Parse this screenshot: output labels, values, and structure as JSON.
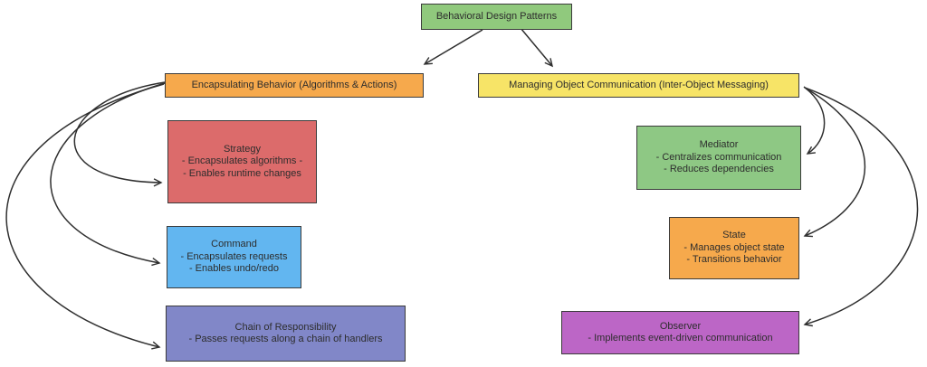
{
  "canvas": {
    "background": "#ffffff",
    "border_color": "#3b3b3b",
    "arrow_color": "#2f2f2f",
    "text_color": "#2d2d2d"
  },
  "root": {
    "label": "Behavioral Design Patterns",
    "color": "#90c97d"
  },
  "branches": {
    "left": {
      "label": "Encapsulating Behavior (Algorithms & Actions)",
      "color": "#f6a94c"
    },
    "right": {
      "label": "Managing Object Communication (Inter-Object Messaging)",
      "color": "#f7e467"
    }
  },
  "patterns": {
    "strategy": {
      "title": "Strategy",
      "line1": "- Encapsulates algorithms -",
      "line2": "- Enables runtime changes",
      "color": "#dc6b6b"
    },
    "command": {
      "title": "Command",
      "line1": "- Encapsulates requests",
      "line2": "- Enables undo/redo",
      "color": "#62b6f0"
    },
    "chain": {
      "title": "Chain of Responsibility",
      "line1": "- Passes requests along a chain of handlers",
      "color": "#8187c8"
    },
    "mediator": {
      "title": "Mediator",
      "line1": "- Centralizes communication",
      "line2": "- Reduces dependencies",
      "color": "#8ec884"
    },
    "state": {
      "title": "State",
      "line1": "- Manages object state",
      "line2": "- Transitions behavior",
      "color": "#f6a94c"
    },
    "observer": {
      "title": "Observer",
      "line1": "- Implements event-driven communication",
      "color": "#bc66c6"
    }
  }
}
